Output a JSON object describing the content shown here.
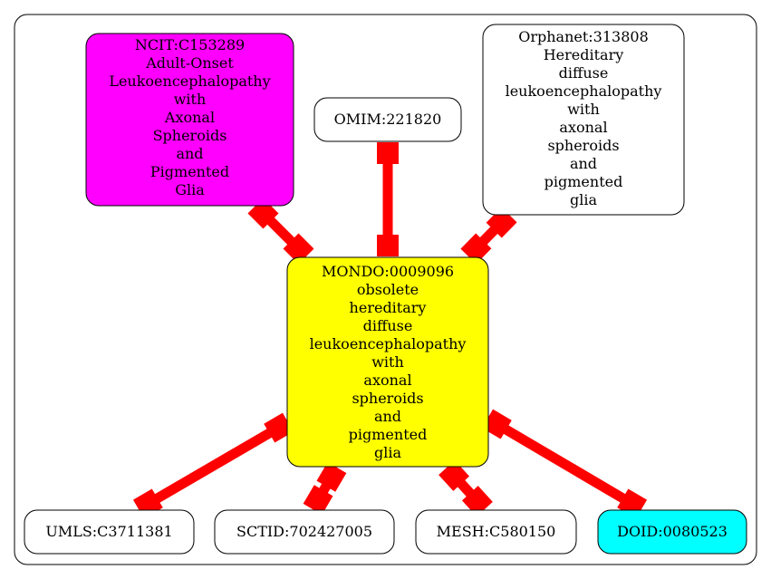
{
  "colors": {
    "edge": "#ff0000",
    "center_fill": "#ffff00",
    "ncit_fill": "#ff00ff",
    "doid_fill": "#00ffff",
    "default_fill": "#ffffff",
    "stroke": "#000000"
  },
  "nodes": {
    "ncit": {
      "lines": [
        "NCIT:C153289",
        "Adult-Onset",
        "Leukoencephalopathy",
        "with",
        "Axonal",
        "Spheroids",
        "and",
        "Pigmented",
        "Glia"
      ]
    },
    "omim": {
      "lines": [
        "OMIM:221820"
      ]
    },
    "orphanet": {
      "lines": [
        "Orphanet:313808",
        "Hereditary",
        "diffuse",
        "leukoencephalopathy",
        "with",
        "axonal",
        "spheroids",
        "and",
        "pigmented",
        "glia"
      ]
    },
    "mondo": {
      "lines": [
        "MONDO:0009096",
        "obsolete",
        "hereditary",
        "diffuse",
        "leukoencephalopathy",
        "with",
        "axonal",
        "spheroids",
        "and",
        "pigmented",
        "glia"
      ]
    },
    "umls": {
      "lines": [
        "UMLS:C3711381"
      ]
    },
    "sctid": {
      "lines": [
        "SCTID:702427005"
      ]
    },
    "mesh": {
      "lines": [
        "MESH:C580150"
      ]
    },
    "doid": {
      "lines": [
        "DOID:0080523"
      ]
    }
  }
}
